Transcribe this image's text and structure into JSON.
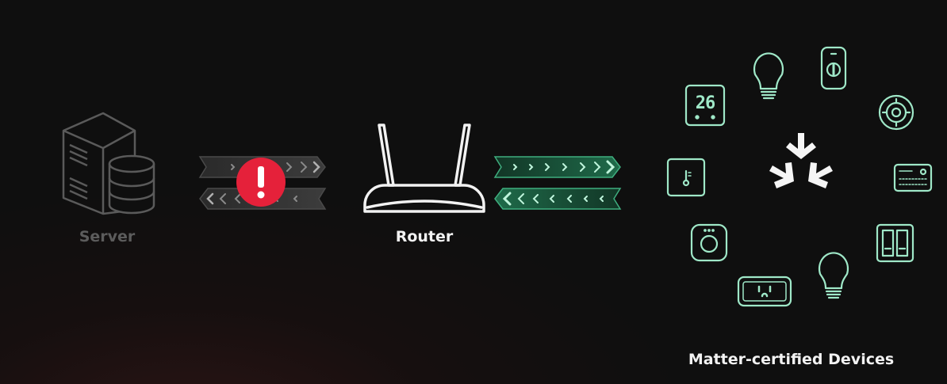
{
  "nodes": {
    "server": {
      "label": "Server"
    },
    "router": {
      "label": "Router"
    },
    "devices": {
      "label": "Matter-certified Devices"
    }
  },
  "thermostat": {
    "display": "26"
  },
  "links": {
    "server_router": {
      "status": "error",
      "icon": "exclamation-icon"
    },
    "router_devices": {
      "status": "ok"
    }
  },
  "colors": {
    "background": "#0f0f0f",
    "server_gray": "#5a5a5a",
    "arrow_gray": "#3a3a3a",
    "arrow_green": "#1f6b4a",
    "device_outline": "#9fe8c8",
    "alert_red": "#e5213a",
    "text_white": "#f2f2f2"
  }
}
